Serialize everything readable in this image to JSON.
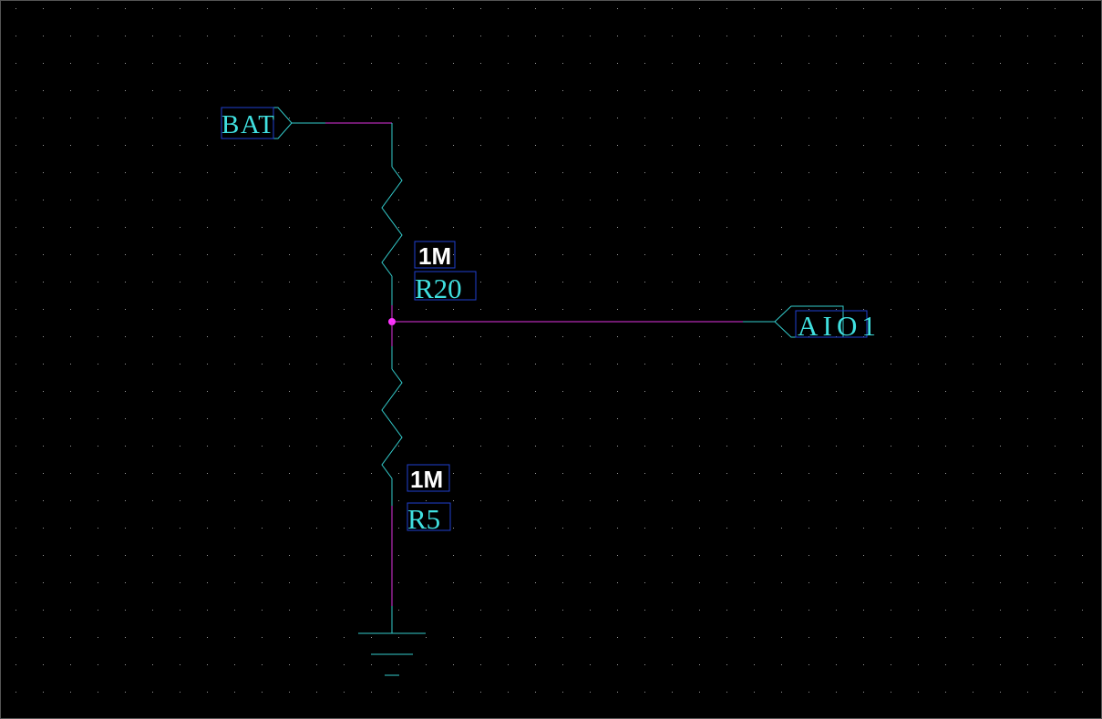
{
  "canvas": {
    "background": "#000000",
    "grid_dot_color": "#9a9a9a"
  },
  "colors": {
    "wire_cyan": "#33cccc",
    "wire_magenta": "#e033e0",
    "text_cyan": "#40e0e0",
    "label_box": "#1f3fd0",
    "junction": "#ff33ff"
  },
  "net_ports": [
    {
      "name": "BAT",
      "direction": "output"
    },
    {
      "name": "AIO1",
      "direction": "input"
    }
  ],
  "components": [
    {
      "designator": "R20",
      "value": "1M",
      "type": "resistor"
    },
    {
      "designator": "R5",
      "value": "1M",
      "type": "resistor"
    }
  ],
  "ground": {
    "symbol": "ground-icon"
  }
}
